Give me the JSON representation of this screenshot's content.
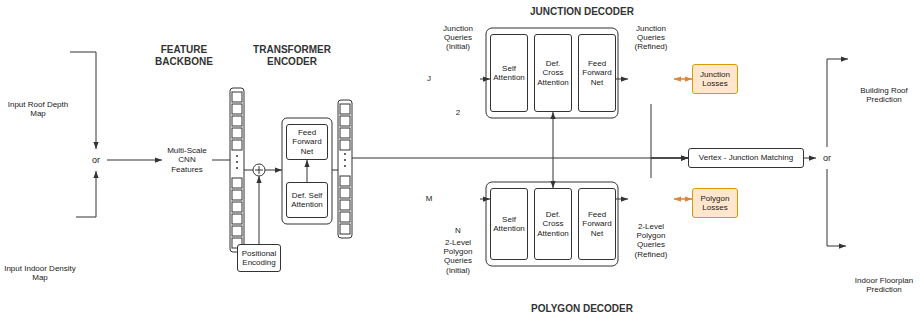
{
  "diagram": {
    "nodes": [
      {
        "text": [
          "Input Roof Depth Map"
        ]
      },
      {
        "text": [
          "Input Indoor Density Map"
        ]
      },
      {
        "text": [
          "or"
        ]
      },
      {
        "text": [
          "FEATURE BACKBONE"
        ]
      },
      {
        "text": [
          "Multi-Scale CNN Features"
        ],
        "in": 3
      },
      {
        "text": [
          "TRANSFORMER ENCODER"
        ]
      },
      {
        "text": [
          "Feed Forward Net"
        ],
        "in": 5
      },
      {
        "text": [
          "Def. Self Attention"
        ],
        "in": 5
      },
      {
        "text": [
          "Positional Encoding"
        ],
        "in": 5
      },
      {
        "text": [
          "JUNCTION DECODER"
        ]
      },
      {
        "text": [
          "Junction Queries (Initial)"
        ],
        "in": 9
      },
      {
        "text": [
          "Self Attention"
        ],
        "in": 9
      },
      {
        "text": [
          "Def. Cross Attention"
        ],
        "in": 9
      },
      {
        "text": [
          "Feed Forward Net"
        ],
        "in": 9
      },
      {
        "text": [
          "Junction Queries (Refined)"
        ],
        "in": 9
      },
      {
        "text": [
          "Junction Losses"
        ],
        "in": 9
      },
      {
        "text": [
          "POLYGON DECODER"
        ]
      },
      {
        "text": [
          "2-Level Polygon Queries (Initial)"
        ],
        "in": 16
      },
      {
        "text": [
          "Self Attention"
        ],
        "in": 16
      },
      {
        "text": [
          "Def. Cross Attention"
        ],
        "in": 16
      },
      {
        "text": [
          "Feed Forward Net"
        ],
        "in": 16
      },
      {
        "text": [
          "2-Level Polygon Queries (Refined)"
        ],
        "in": 16
      },
      {
        "text": [
          "Polygon Losses"
        ],
        "in": 16
      },
      {
        "text": [
          "Vertex - Junction Matching"
        ]
      },
      {
        "text": [
          "or"
        ]
      },
      {
        "text": [
          "Building Roof Prediction"
        ]
      },
      {
        "text": [
          "Indoor Floorplan Prediction"
        ]
      }
    ],
    "edges": [
      {
        "from": 0,
        "to": 2,
        "arrow": "to"
      },
      {
        "from": 1,
        "to": 2,
        "arrow": "to"
      },
      {
        "from": 2,
        "to": 4,
        "arrow": "to"
      },
      {
        "from": 7,
        "to": 6,
        "arrow": "to"
      },
      {
        "from": 10,
        "to": 11,
        "arrow": "to"
      },
      {
        "from": 13,
        "to": 14,
        "arrow": "to"
      },
      {
        "from": 14,
        "to": 15,
        "arrow": "both"
      },
      {
        "from": 12,
        "to": 19,
        "arrow": "both"
      },
      {
        "from": 14,
        "to": 23,
        "arrow": "to"
      },
      {
        "from": 17,
        "to": 18,
        "arrow": "to"
      },
      {
        "from": 20,
        "to": 21,
        "arrow": "to"
      },
      {
        "from": 21,
        "to": 22,
        "arrow": "both"
      },
      {
        "from": 21,
        "to": 23,
        "arrow": "to"
      },
      {
        "from": 23,
        "to": 24,
        "arrow": "to"
      },
      {
        "from": 24,
        "to": 25,
        "arrow": "to"
      },
      {
        "from": 24,
        "to": 26,
        "arrow": "to"
      }
    ],
    "labels": [
      "J",
      "2",
      "M",
      "N"
    ]
  }
}
